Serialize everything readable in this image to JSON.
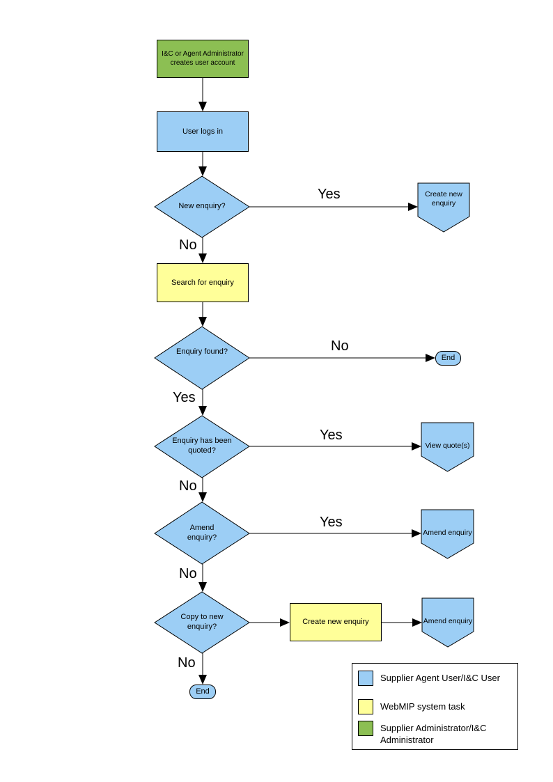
{
  "colors": {
    "blue": "#9CCEF5",
    "yellow": "#FFFF99",
    "green": "#8CBF53"
  },
  "nodes": {
    "admin": {
      "line1": "I&C or Agent Administrator",
      "line2": "creates user account"
    },
    "login": {
      "label": "User logs in"
    },
    "d_new_enquiry": {
      "label": "New enquiry?"
    },
    "p_create_new": {
      "label": "Create new enquiry"
    },
    "search": {
      "label": "Search for enquiry"
    },
    "d_found": {
      "label": "Enquiry found?"
    },
    "end1": {
      "label": "End"
    },
    "d_quoted": {
      "label": "Enquiry has been quoted?"
    },
    "p_view_quotes": {
      "label": "View quote(s)"
    },
    "d_amend": {
      "label": "Amend enquiry?"
    },
    "p_amend1": {
      "label": "Amend enquiry"
    },
    "d_copy": {
      "label": "Copy to new enquiry?"
    },
    "create_new2": {
      "label": "Create new enquiry"
    },
    "p_amend2": {
      "label": "Amend enquiry"
    },
    "end2": {
      "label": "End"
    }
  },
  "edge_labels": {
    "yes_new_enquiry": "Yes",
    "no_new_enquiry": "No",
    "no_found": "No",
    "yes_found": "Yes",
    "yes_quoted": "Yes",
    "no_quoted": "No",
    "yes_amend": "Yes",
    "no_amend": "No",
    "no_copy": "No"
  },
  "legend": {
    "items": [
      {
        "swatch": "blue",
        "label": "Supplier Agent User/I&C User"
      },
      {
        "swatch": "yellow",
        "label": "WebMIP system task"
      },
      {
        "swatch": "green",
        "label": "Supplier Administrator/I&C Administrator"
      }
    ]
  }
}
